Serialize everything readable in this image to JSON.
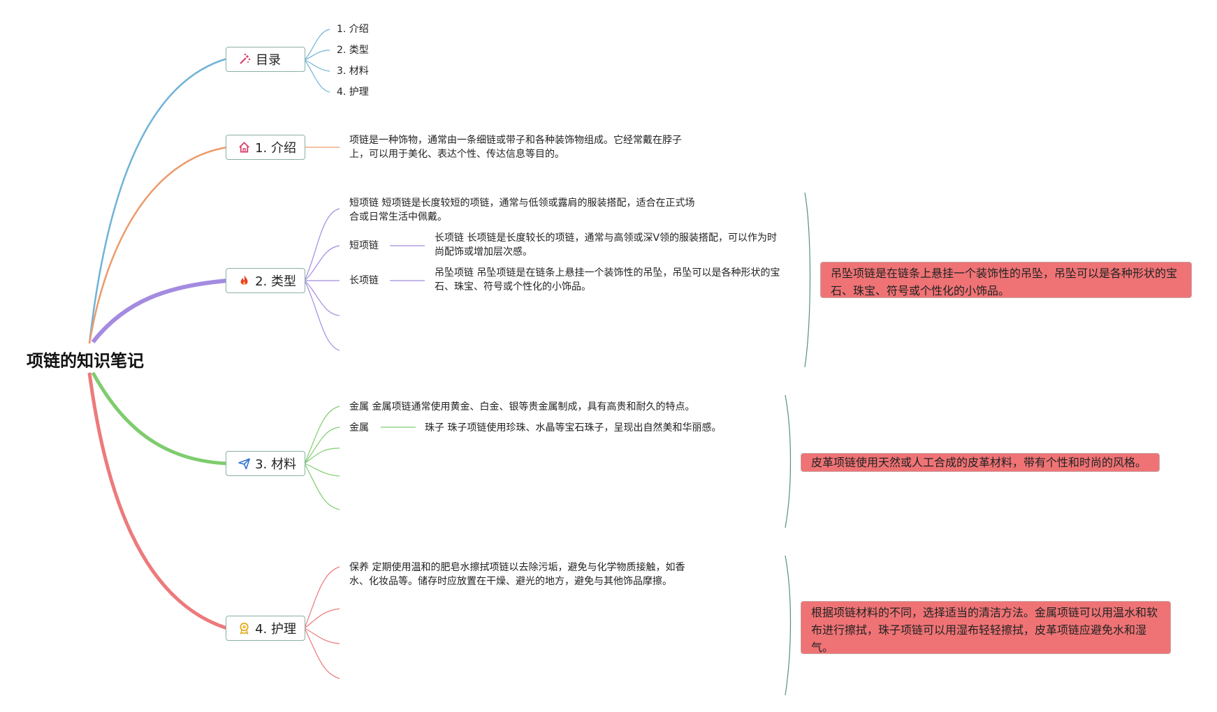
{
  "root": {
    "title": "项链的知识笔记"
  },
  "colors": {
    "toc": "#6fb3d8",
    "intro": "#ec9a6a",
    "types": "#a48be0",
    "materials": "#7fcc6e",
    "care": "#ec7a7c",
    "note_bg": "#ef7375"
  },
  "toc": {
    "label": "目录",
    "icon": "sparkle-icon",
    "items": [
      "1. 介绍",
      "2. 类型",
      "3. 材料",
      "4. 护理"
    ]
  },
  "intro": {
    "label": "1. 介绍",
    "icon": "house-icon",
    "text": "项链是一种饰物，通常由一条细链或带子和各种装饰物组成。它经常戴在脖子上，可以用于美化、表达个性、传达信息等目的。"
  },
  "types": {
    "label": "2. 类型",
    "icon": "flame-icon",
    "first_text": "短项链 短项链是长度较短的项链，通常与低领或露肩的服装搭配，适合在正式场合或日常生活中佩戴。",
    "row1_label": "短项链",
    "row1_text": "长项链 长项链是长度较长的项链，通常与高领或深V领的服装搭配，可以作为时尚配饰或增加层次感。",
    "row2_label": "长项链",
    "row2_text": "吊坠项链 吊坠项链是在链条上悬挂一个装饰性的吊坠，吊坠可以是各种形状的宝石、珠宝、符号或个性化的小饰品。",
    "note": "吊坠项链是在链条上悬挂一个装饰性的吊坠，吊坠可以是各种形状的宝石、珠宝、符号或个性化的小饰品。"
  },
  "materials": {
    "label": "3. 材料",
    "icon": "paper-plane-icon",
    "first_text": "金属 金属项链通常使用黄金、白金、银等贵金属制成，具有高贵和耐久的特点。",
    "row1_label": "金属",
    "row1_text": "珠子 珠子项链使用珍珠、水晶等宝石珠子，呈现出自然美和华丽感。",
    "note": "皮革项链使用天然或人工合成的皮革材料，带有个性和时尚的风格。"
  },
  "care": {
    "label": "4. 护理",
    "icon": "medal-icon",
    "first_text": "保养 定期使用温和的肥皂水擦拭项链以去除污垢，避免与化学物质接触，如香水、化妆品等。储存时应放置在干燥、避光的地方，避免与其他饰品摩擦。",
    "note": "根据项链材料的不同，选择适当的清洁方法。金属项链可以用温水和软布进行擦拭，珠子项链可以用湿布轻轻擦拭，皮革项链应避免水和湿气。"
  }
}
